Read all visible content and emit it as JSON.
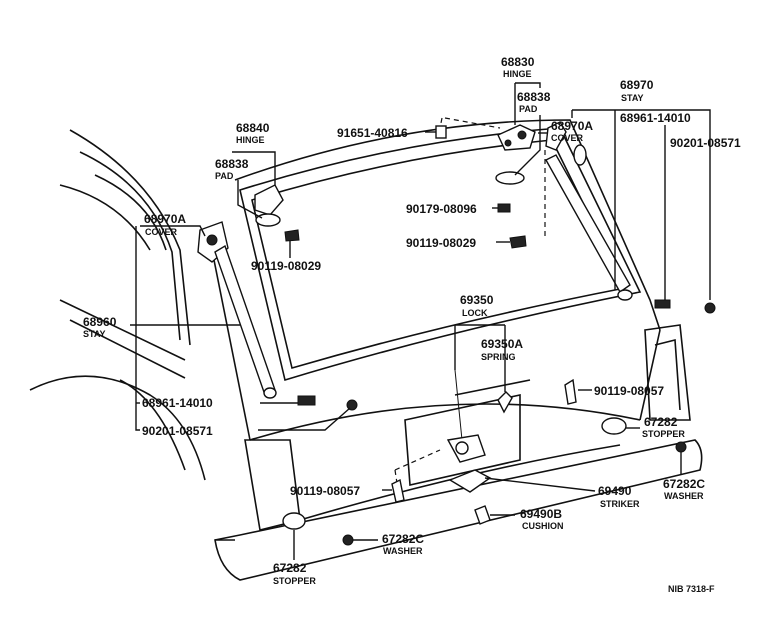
{
  "labels": {
    "l68830": "68830",
    "l68830s": "HINGE",
    "l68838r": "68838",
    "l68838rs": "PAD",
    "l68970Ar": "68970A",
    "l68970Ars": "COVER",
    "l68970": "68970",
    "l68970s": "STAY",
    "l68961r": "68961-14010",
    "l90201r": "90201-08571",
    "l91651": "91651-40816",
    "l68840": "68840",
    "l68840s": "HINGE",
    "l68838l": "68838",
    "l68838ls": "PAD",
    "l90179": "90179-08096",
    "l90119a": "90119-08029",
    "l68970Al": "68970A",
    "l68970Als": "COVER",
    "l90119b": "90119-08029",
    "l69350": "69350",
    "l69350s": "LOCK",
    "l68960": "68960",
    "l68960s": "STAY",
    "l69350A": "69350A",
    "l69350As": "SPRING",
    "l90119c": "90119-08057",
    "l68961l": "68961-14010",
    "l67282r": "67282",
    "l67282rs": "STOPPER",
    "l90201l": "90201-08571",
    "l67282Cr": "67282C",
    "l67282Crs": "WASHER",
    "l90119d": "90119-08057",
    "l69490": "69490",
    "l69490s": "STRIKER",
    "l69490B": "69490B",
    "l69490Bs": "CUSHION",
    "l67282C": "67282C",
    "l67282Cs": "WASHER",
    "l67282l": "67282",
    "l67282ls": "STOPPER",
    "ref": "NIB 7318-F"
  }
}
